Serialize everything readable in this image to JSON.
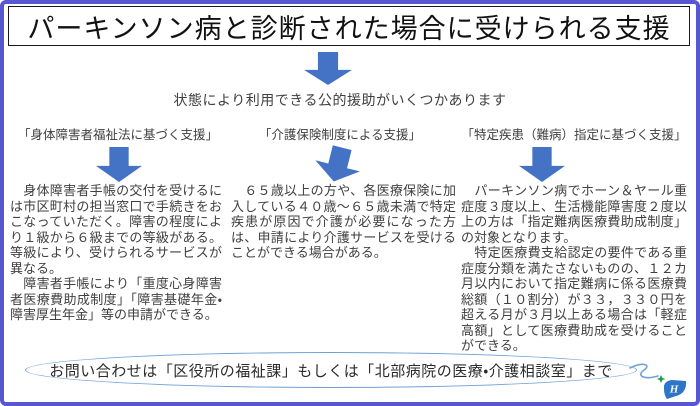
{
  "page": {
    "title": "パーキンソン病と診断された場合に受けられる支援",
    "subtitle": "状態により利用できる公的援助がいくつかあります"
  },
  "columns": [
    {
      "heading": "「身体障害者福祉法に基づく支援」",
      "body": "　身体障害者手帳の交付を受けるには市区町村の担当窓口で手続きをおこなっていただく。障害の程度により１級から６級までの等級がある。等級により、受けられるサービスが異なる。\n　障害者手帳により「重度心身障害者医療費助成制度」「障害基礎年金・障害厚生年金」等の申請ができる。"
    },
    {
      "heading": "「介護保険制度による支援」",
      "body": "　６５歳以上の方や、各医療保険に加入している４０歳～６５歳未満で特定疾患が原因で介護が必要になった方は、申請により介護サービスを受けることができる場合がある。"
    },
    {
      "heading": "「特定疾患（難病）指定に基づく支援」",
      "body": "　パーキンソン病でホーン＆ヤール重症度３度以上、生活機能障害度２度以上の方は「指定難病医療費助成制度」の対象となります。\n　特定医療費支給認定の要件である重症度分類を満たさないものの、１２カ月以内において指定難病に係る医療費総額（１０割分）が３３，３３０円を超える月が３月以上ある場合は「軽症高額」として医療費助成を受けることができる。"
    }
  ],
  "footer": {
    "contact": "お問い合わせは「区役所の福祉課」もしくは「北部病院の医療・介護相談室」まで"
  },
  "logo": {
    "letter": "H"
  },
  "icons": {
    "down_arrow": "down-arrow",
    "logo_bird": "hospital-bird-logo",
    "logo_sparkle": "green-sparkle"
  },
  "colors": {
    "outer_border": "#5757D2",
    "arrow_blue": "#4472C4",
    "ellipse_border": "#70A0D8",
    "body_text": "#3F3F3F",
    "title_text": "#111111",
    "logo_blue": "#2E75C8",
    "logo_green": "#1F9E4C"
  }
}
